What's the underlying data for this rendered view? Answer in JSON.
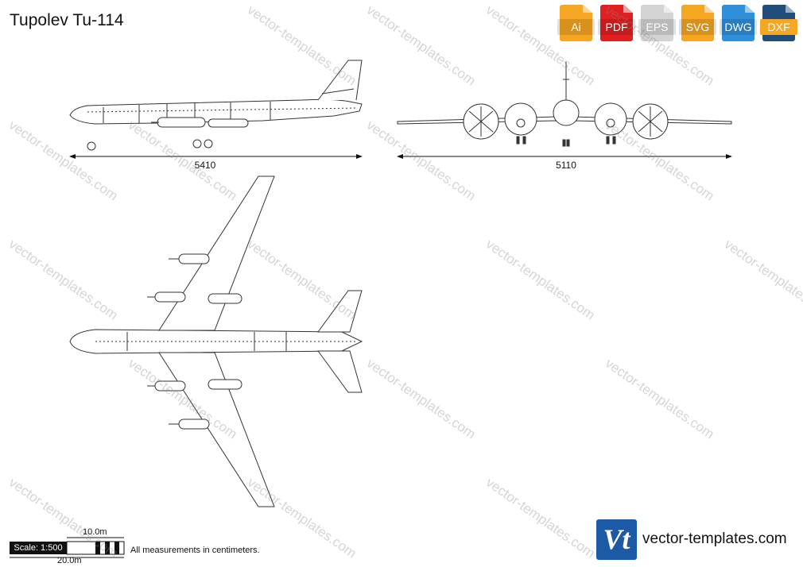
{
  "title": "Tupolev Tu-114",
  "formats": [
    {
      "label": "Ai",
      "color": "#f5a623",
      "icon": "ai-file-icon"
    },
    {
      "label": "PDF",
      "color": "#e02020",
      "icon": "pdf-file-icon"
    },
    {
      "label": "EPS",
      "color": "#cccccc",
      "icon": "eps-file-icon"
    },
    {
      "label": "SVG",
      "color": "#f5a623",
      "icon": "svg-file-icon"
    },
    {
      "label": "DWG",
      "color": "#2f8fd8",
      "icon": "dwg-file-icon"
    },
    {
      "label": "DXF",
      "color": "#1f4e7a",
      "icon": "dxf-file-icon"
    }
  ],
  "dimensions": {
    "length": "5410",
    "span": "5110"
  },
  "scale": {
    "label": "Scale: 1:500",
    "ten": "10.0m",
    "twenty": "20.0m"
  },
  "note": "All measurements in centimeters.",
  "brand": {
    "logo": "Vt",
    "url": "vector-templates.com",
    "color": "#1c5aa6"
  },
  "watermark_text": "vector-templates.com"
}
